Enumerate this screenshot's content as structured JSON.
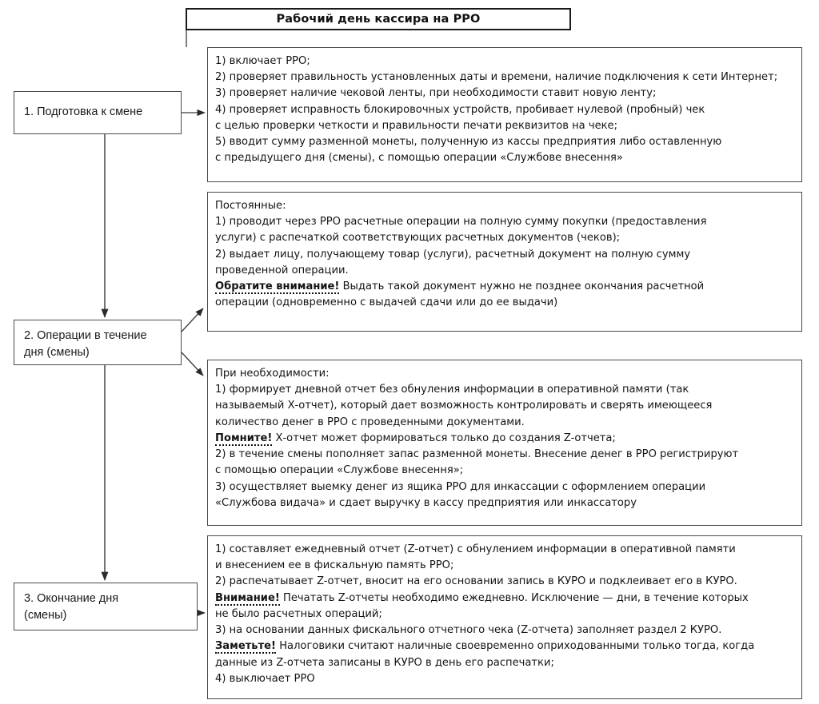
{
  "title": {
    "text": "Рабочий день кассира на РРО"
  },
  "stages": [
    {
      "id": "stage-1",
      "name": "stage-preparation",
      "lines": [
        "1. Подготовка к смене"
      ]
    },
    {
      "id": "stage-2",
      "name": "stage-operations-during-day",
      "lines": [
        "2. Операции в течение",
        "дня (смены)"
      ]
    },
    {
      "id": "stage-3",
      "name": "stage-end-of-day",
      "lines": [
        "3. Окончание дня",
        "(смены)"
      ]
    }
  ],
  "content": {
    "box1": {
      "lines": [
        "1) включает РРО;",
        "2) проверяет правильность установленных даты и времени, наличие подключения к сети Интернет;",
        "3) проверяет наличие чековой ленты, при необходимости ставит новую ленту;",
        "4) проверяет исправность блокировочных устройств, пробивает нулевой (пробный) чек",
        "с целью проверки четкости и правильности печати реквизитов на чеке;",
        "5) вводит сумму разменной монеты, полученную из кассы предприятия либо оставленную",
        "с предыдущего дня (смены), с помощью операции «Службове внесення»"
      ]
    },
    "box2": {
      "lines": [
        "Постоянные:",
        "1) проводит через РРО расчетные операции на полную сумму покупки (предоставления",
        "услуги) с распечаткой соответствующих расчетных документов (чеков);",
        "2) выдает лицу, получающему товар (услуги), расчетный документ на полную сумму",
        "проведенной операции."
      ],
      "note_label": "Обратите внимание!",
      "note_lines": [
        " Выдать такой документ нужно не позднее окончания расчетной",
        "операции (одновременно с выдачей сдачи или до ее выдачи)"
      ]
    },
    "box3": {
      "lines_before": [
        "При необходимости:",
        "1) формирует дневной отчет без обнуления информации в оперативной памяти (так",
        "называемый Х-отчет), который дает возможность контролировать и сверять имеющееся",
        "количество денег в РРО с проведенными документами."
      ],
      "note_label": "Помните!",
      "note_inline": " Х-отчет может формироваться только до создания Z-отчета;",
      "lines_after": [
        "2) в течение смены пополняет запас разменной монеты. Внесение денег в РРО регистрируют",
        "с помощью операции «Службове внесення»;",
        "3) осуществляет выемку денег из ящика РРО для инкассации с оформлением операции",
        "«Службова видача» и сдает выручку в кассу предприятия или инкассатору"
      ]
    },
    "box4": {
      "lines_before": [
        "1) составляет ежедневный отчет (Z-отчет) с обнулением информации в оперативной памяти",
        "и внесением ее в фискальную память РРО;",
        "2) распечатывает Z-отчет, вносит на его основании запись в КУРО и подклеивает его в КУРО."
      ],
      "note1_label": "Внимание!",
      "note1_inline": " Печатать Z-отчеты необходимо ежедневно. Исключение — дни, в течение которых",
      "lines_mid": [
        "не было расчетных операций;",
        "3) на основании данных фискального отчетного чека (Z-отчета) заполняет раздел 2 КУРО."
      ],
      "note2_label": "Заметьте!",
      "note2_inline": " Налоговики считают наличные своевременно оприходованными только тогда, когда",
      "lines_after": [
        "данные из Z-отчета записаны в КУРО в день его распечатки;",
        "4) выключает РРО"
      ]
    }
  },
  "colors": {
    "border": "#4a4a4a",
    "title_border": "#1a1a1a",
    "text": "#141414",
    "connector": "#3a3a3a",
    "background": "#ffffff"
  }
}
